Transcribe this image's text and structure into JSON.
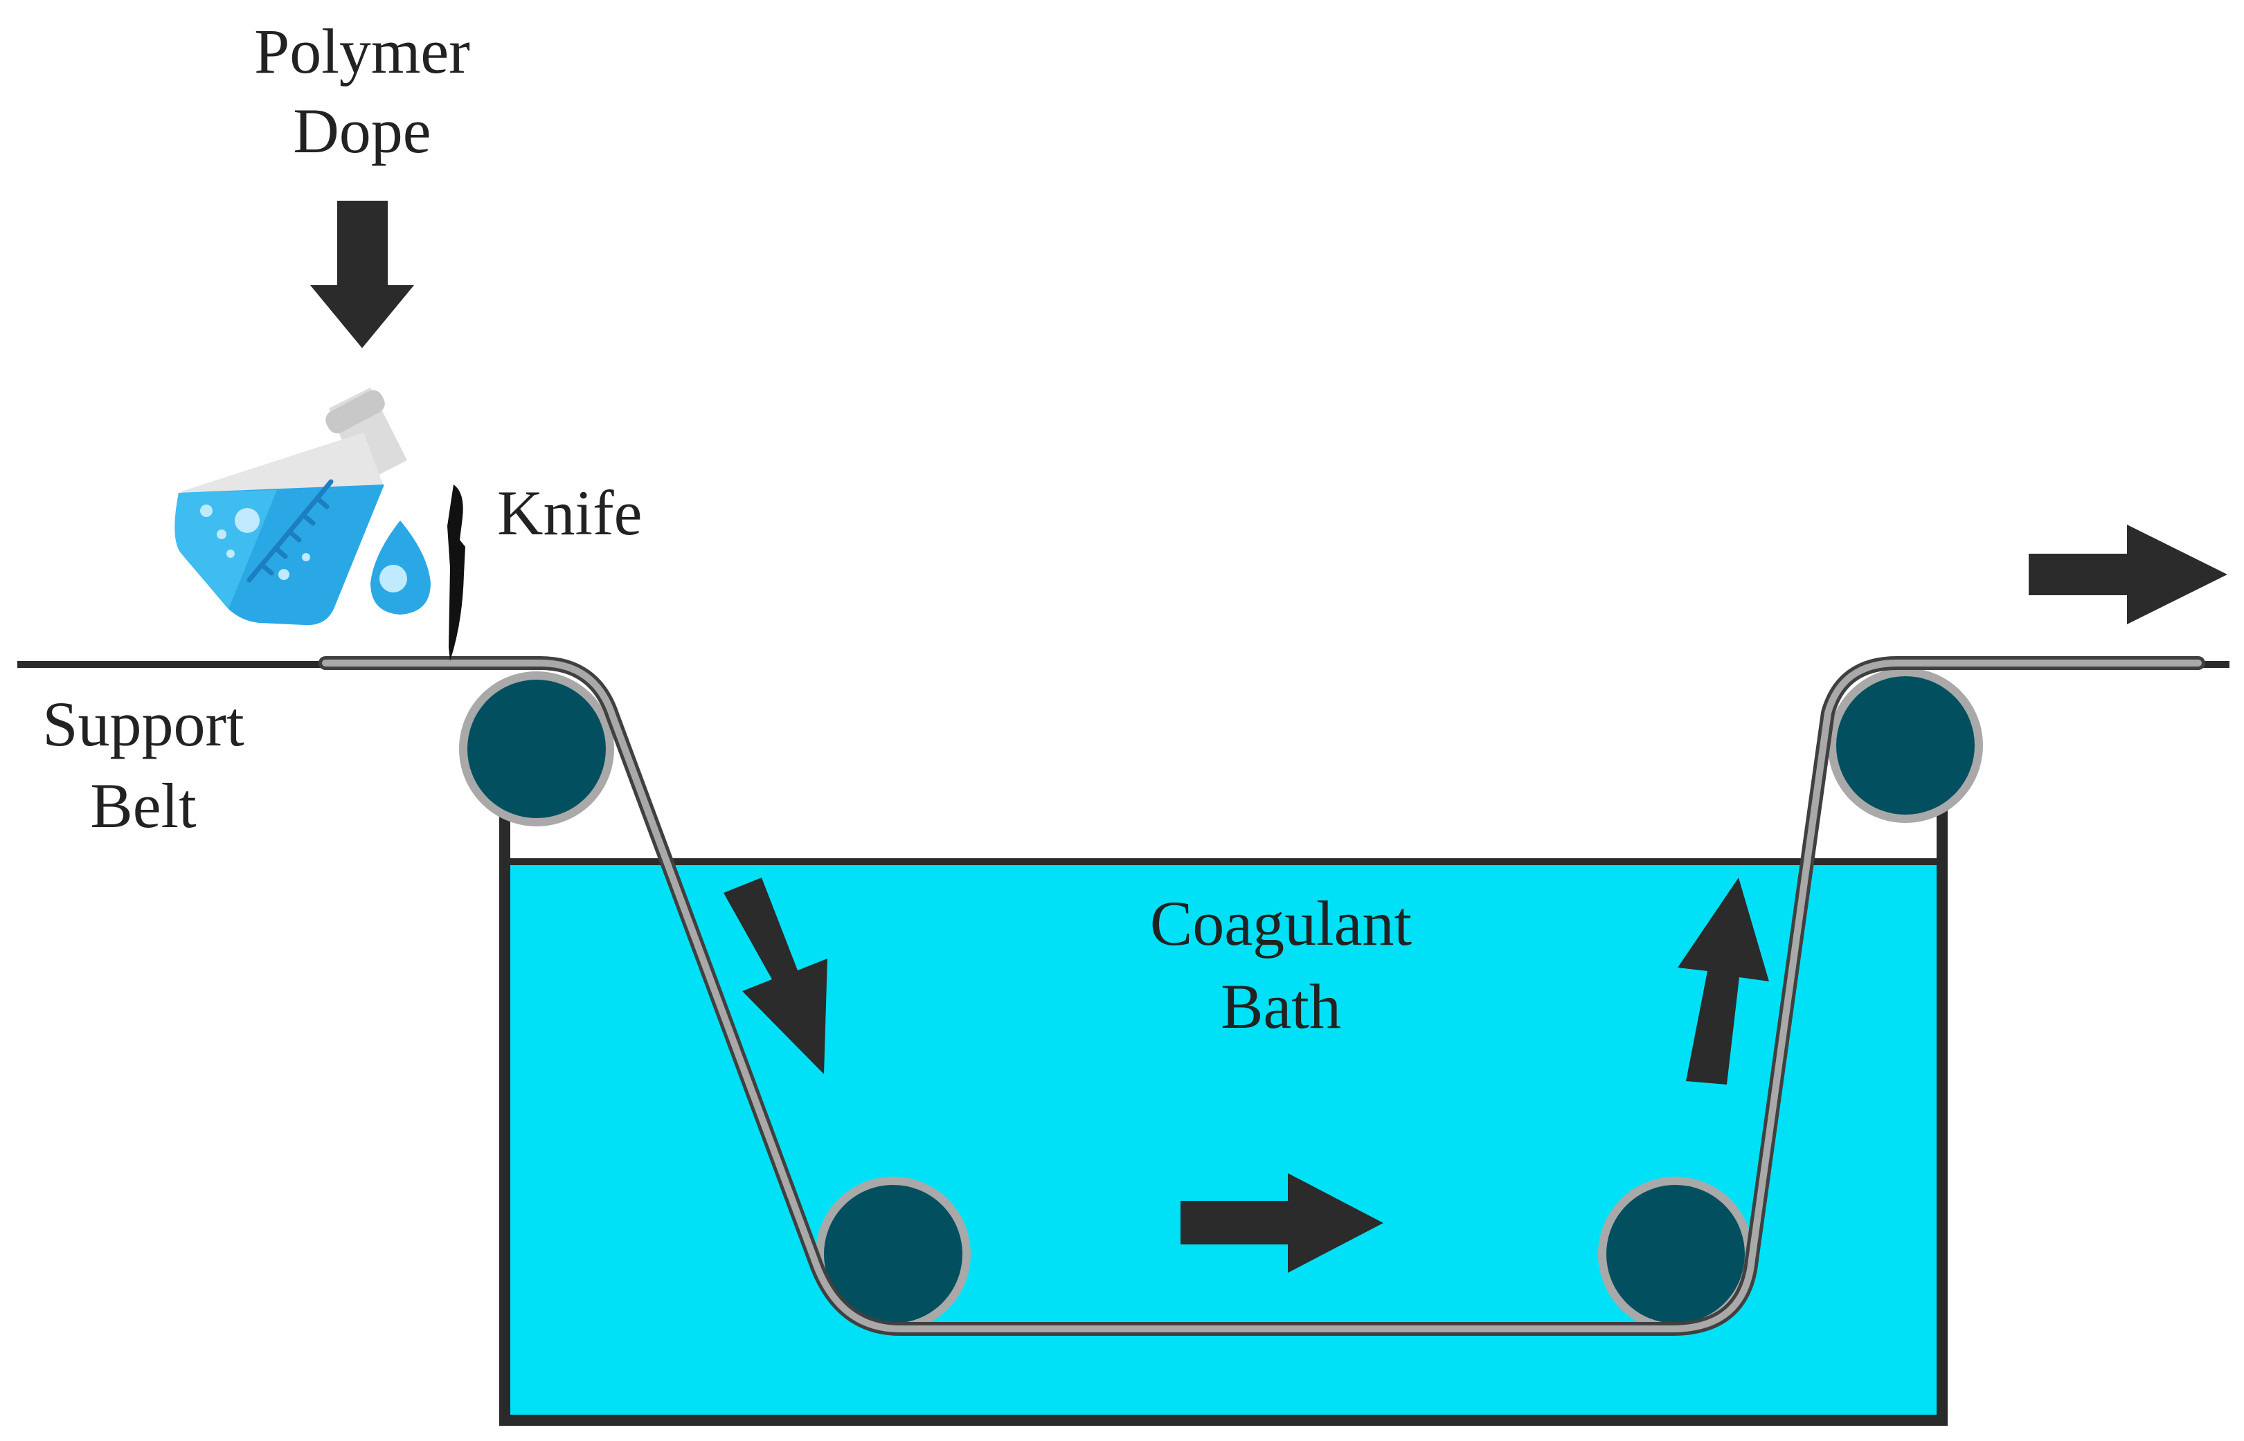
{
  "labels": {
    "polymer_dope": [
      "Polymer",
      "Dope"
    ],
    "knife": "Knife",
    "support_belt": [
      "Support",
      "Belt"
    ],
    "coagulant_bath": [
      "Coagulant",
      "Bath"
    ]
  },
  "icons": {
    "flask": "flask-icon",
    "droplet": "droplet-icon",
    "knife": "knife-blade-icon"
  },
  "colors": {
    "bath_water": "#00e1f7",
    "bath_outline": "#2a2a2a",
    "roller_fill": "#024f5f",
    "roller_ring": "#a9a9a9",
    "belt": "#a9a9a9",
    "support_line": "#2a2a2a",
    "arrow": "#2b2b2b",
    "text": "#222222",
    "flask_liquid": "#2aa8e6",
    "flask_glass": "#e2e2e2"
  }
}
